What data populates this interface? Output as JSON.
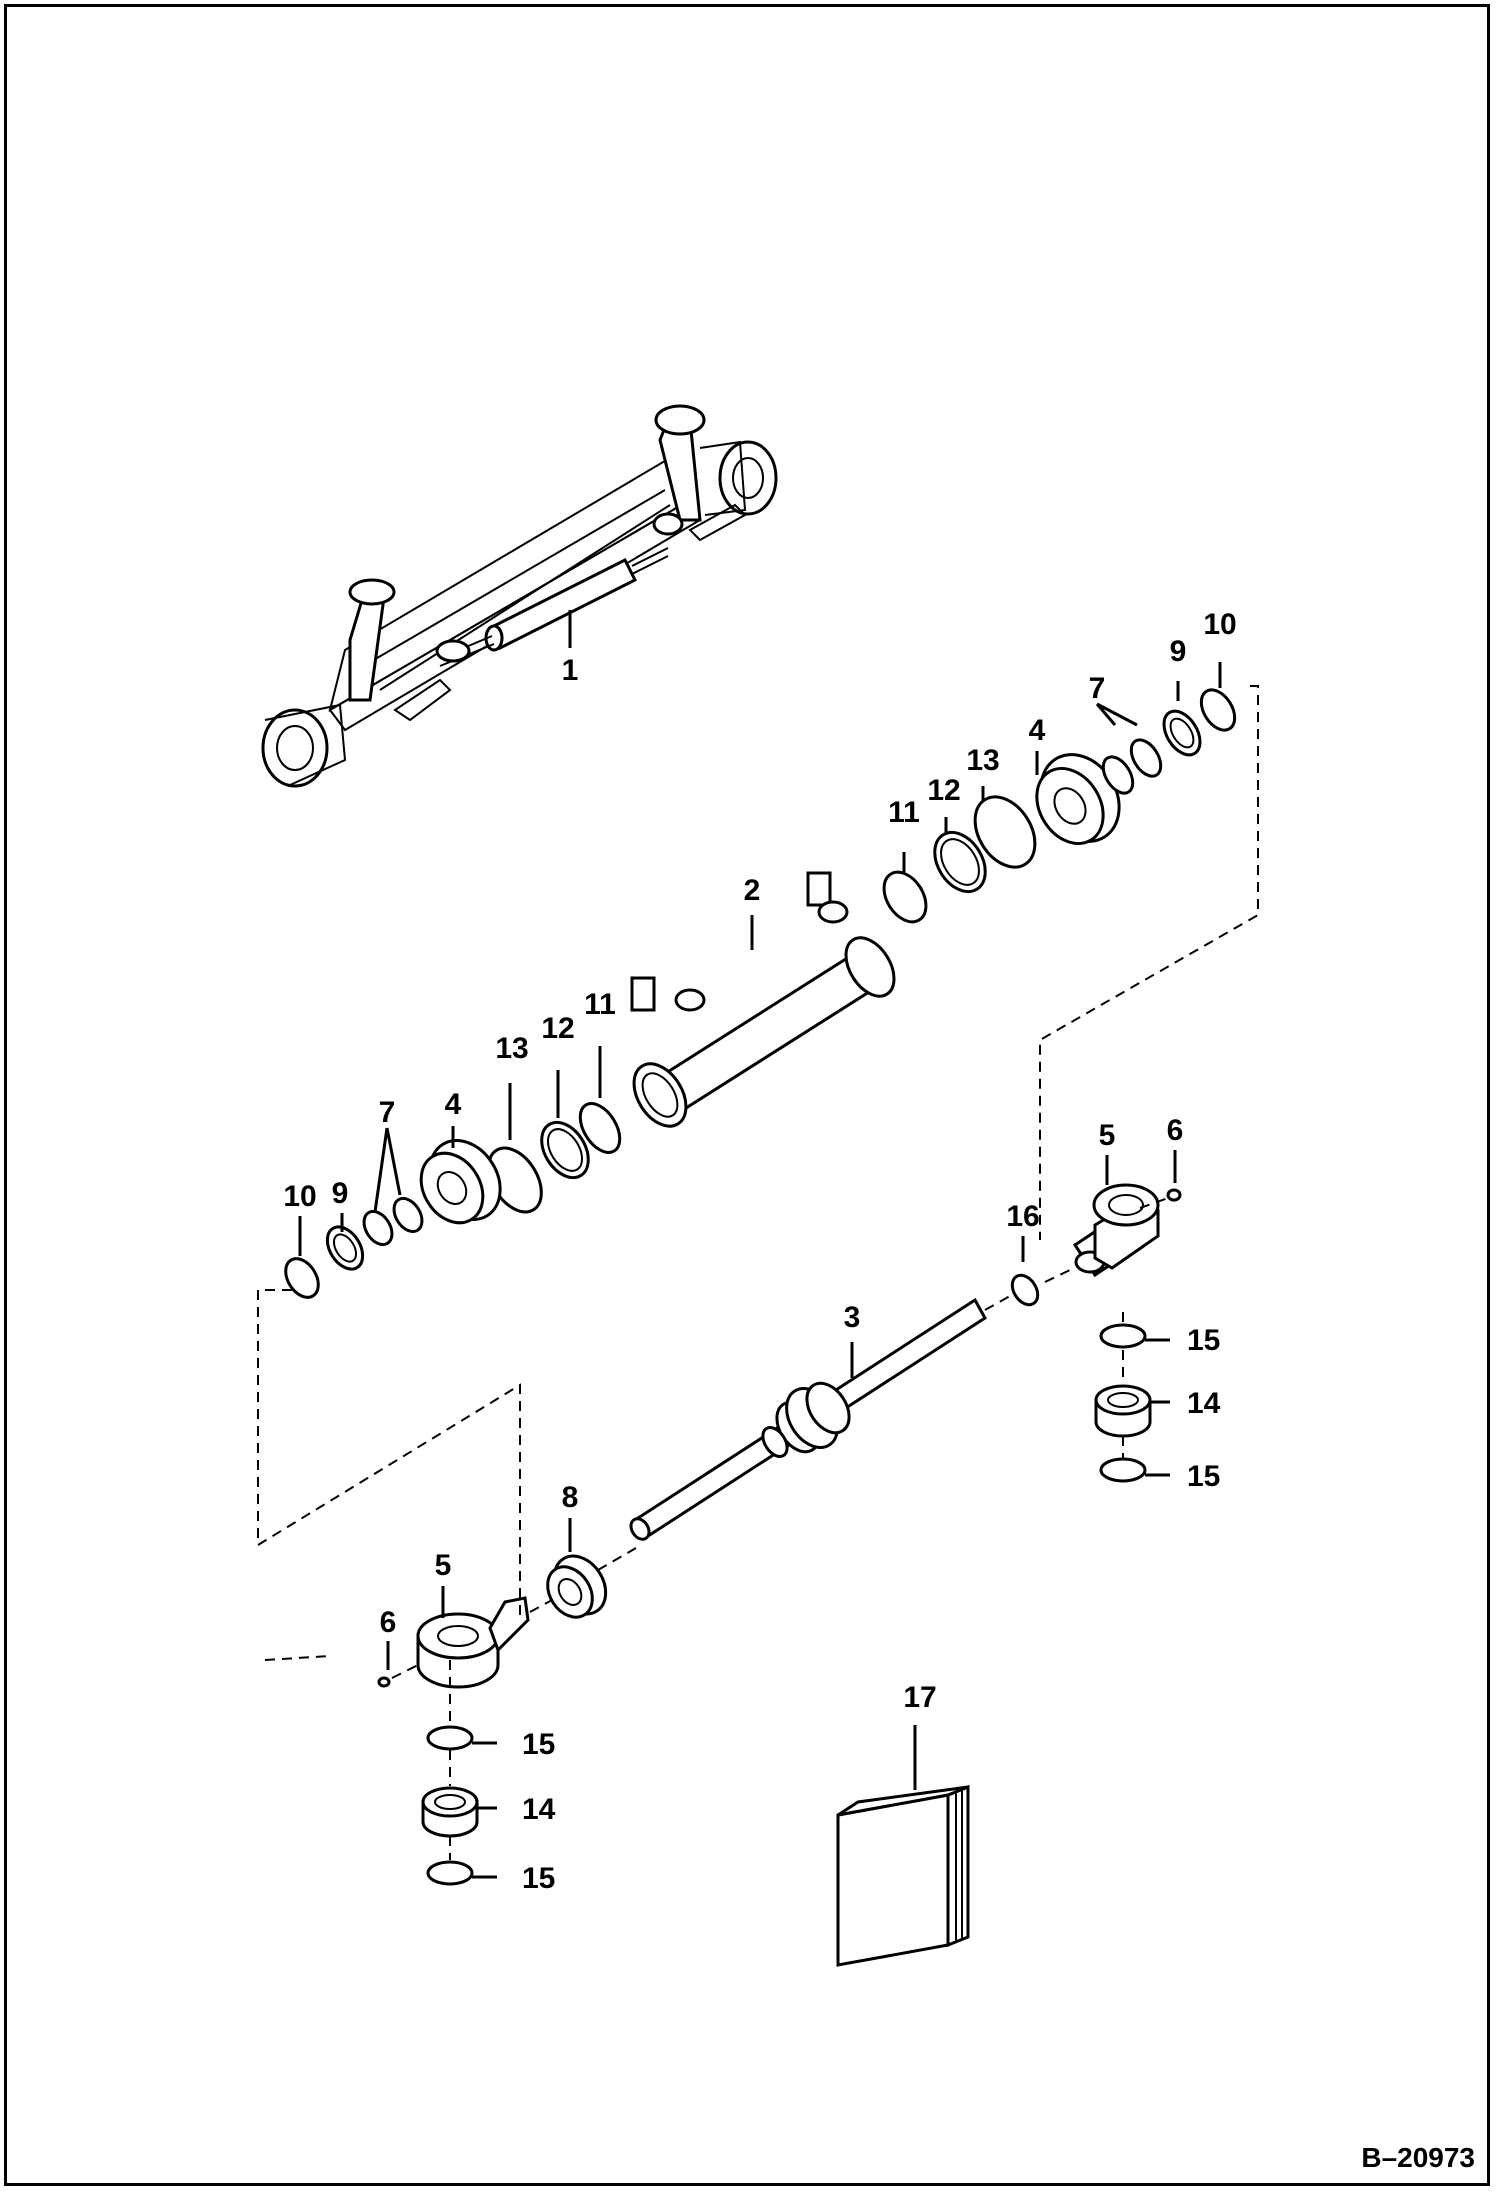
{
  "diagram": {
    "callouts": {
      "c1": "1",
      "c2": "2",
      "c3": "3",
      "c4a": "4",
      "c4b": "4",
      "c5a": "5",
      "c5b": "5",
      "c6a": "6",
      "c6b": "6",
      "c7a": "7",
      "c7b": "7",
      "c8": "8",
      "c9a": "9",
      "c9b": "9",
      "c10a": "10",
      "c10b": "10",
      "c11a": "11",
      "c11b": "11",
      "c12a": "12",
      "c12b": "12",
      "c13a": "13",
      "c13b": "13",
      "c14a": "14",
      "c14b": "14",
      "c15a": "15",
      "c15b": "15",
      "c15c": "15",
      "c15d": "15",
      "c16": "16",
      "c17": "17"
    },
    "reference_code": "B–20973"
  }
}
